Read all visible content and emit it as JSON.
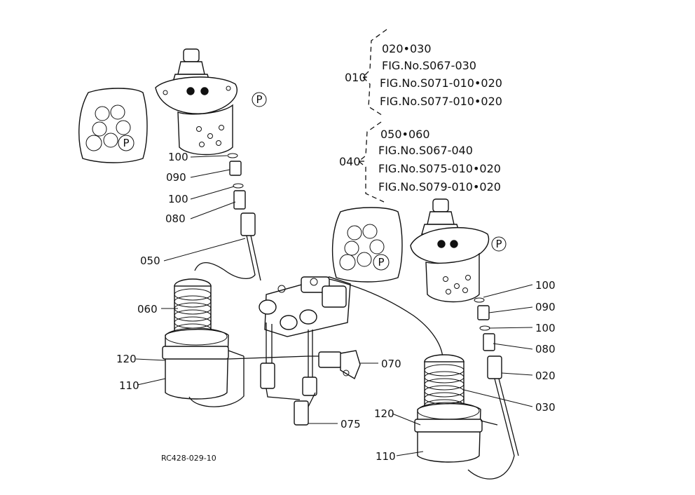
{
  "part_labels": {
    "l_100a": "100",
    "l_090a": "090",
    "l_100b": "100",
    "l_080a": "080",
    "l_050": "050",
    "l_060": "060",
    "l_120a": "120",
    "l_110a": "110",
    "l_070": "070",
    "l_075": "075",
    "l_100c": "100",
    "l_090b": "090",
    "l_100d": "100",
    "l_080b": "080",
    "l_020": "020",
    "l_030": "030",
    "l_120b": "120",
    "l_110b": "110"
  },
  "port_markers": {
    "left": "P",
    "right": "P",
    "inset_left": "P",
    "inset_right": "P"
  },
  "references": {
    "group_010": {
      "label": "010",
      "lines": [
        "020•030",
        "FIG.No.S067-030",
        "FIG.No.S071-010•020",
        "FIG.No.S077-010•020"
      ]
    },
    "group_040": {
      "label": "040",
      "lines": [
        "050•060",
        "FIG.No.S067-040",
        "FIG.No.S075-010•020",
        "FIG.No.S079-010•020"
      ]
    }
  },
  "drawing_code": "RC428-029-10"
}
